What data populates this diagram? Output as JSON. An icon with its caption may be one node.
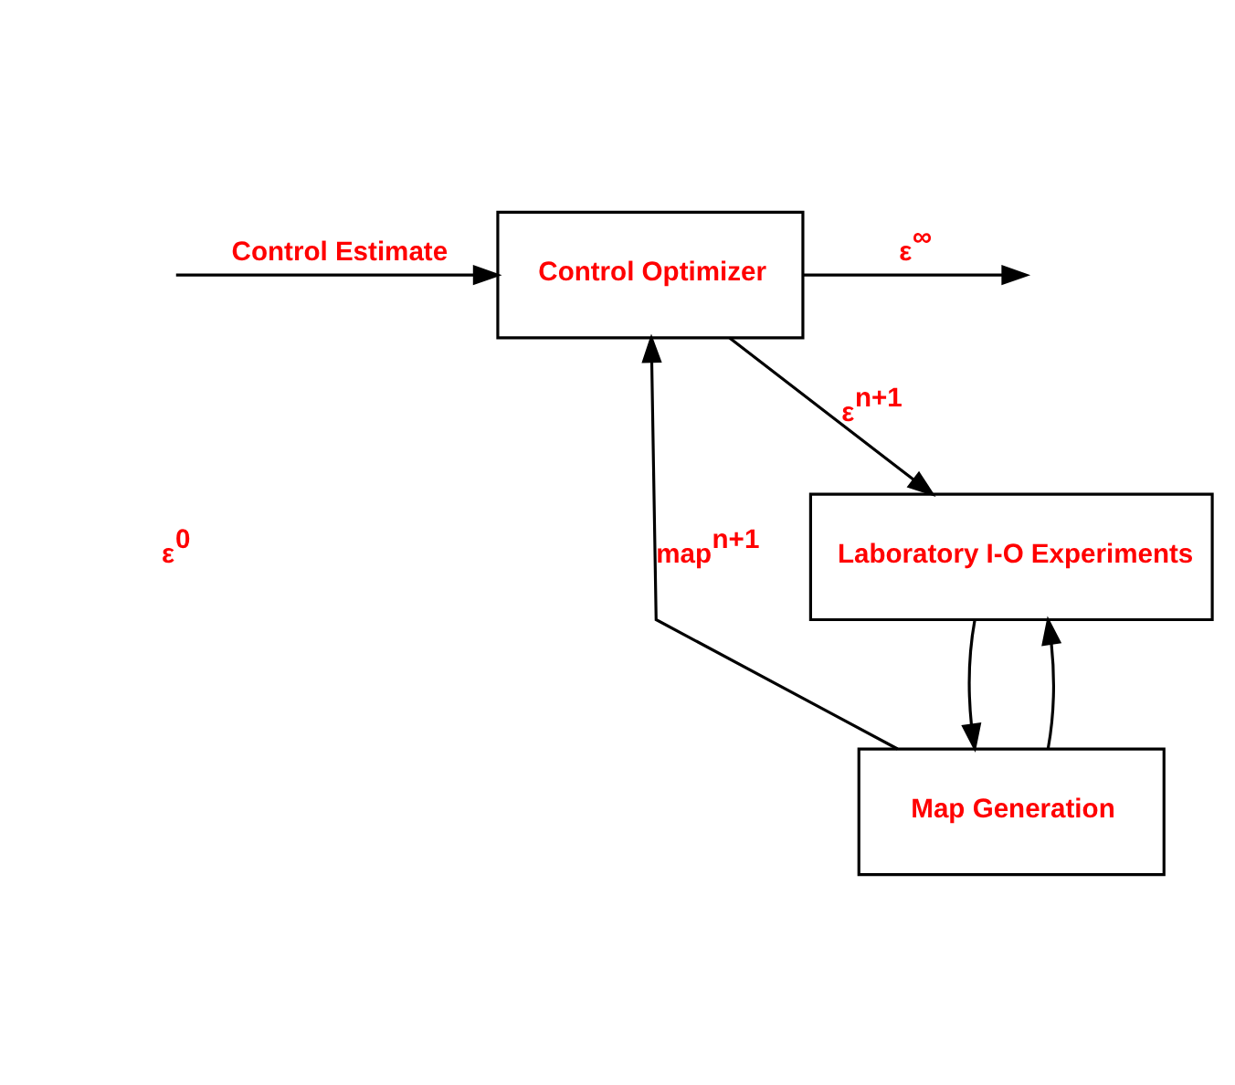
{
  "diagram": {
    "nodes": [
      {
        "text": [
          "Control Optimizer"
        ]
      },
      {
        "text": [
          "Laboratory I-O Experiments"
        ]
      },
      {
        "text": [
          "Map Generation"
        ]
      }
    ],
    "edges": [
      {
        "from": null,
        "to": 0,
        "arrow": "to",
        "label": "Control Estimate"
      },
      {
        "from": 0,
        "to": null,
        "arrow": "to",
        "label": "ε$^{∞}$"
      },
      {
        "from": 0,
        "to": 1,
        "arrow": "to",
        "label": "ε$^{n+1}$"
      },
      {
        "from": 1,
        "to": 2,
        "arrow": "to"
      },
      {
        "from": 2,
        "to": 1,
        "arrow": "to"
      },
      {
        "from": 2,
        "to": 0,
        "arrow": "to",
        "label": "map$^{n+1}$"
      }
    ],
    "labels": [
      "ε$^{0}$"
    ]
  }
}
